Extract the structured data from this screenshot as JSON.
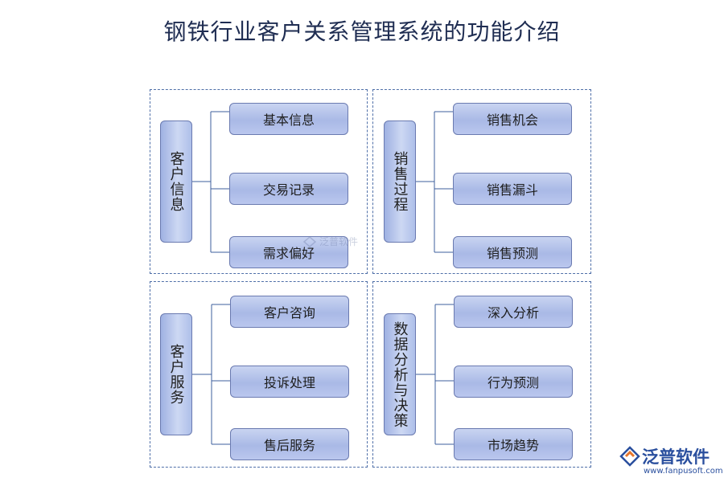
{
  "title": "钢铁行业客户关系管理系统的功能介绍",
  "diagram": {
    "groups": [
      {
        "category": "客户信息",
        "items": [
          "基本信息",
          "交易记录",
          "需求偏好"
        ]
      },
      {
        "category": "销售过程",
        "items": [
          "销售机会",
          "销售漏斗",
          "销售预测"
        ]
      },
      {
        "category": "客户服务",
        "items": [
          "客户咨询",
          "投诉处理",
          "售后服务"
        ]
      },
      {
        "category": "数据分析与决策",
        "items": [
          "深入分析",
          "行为预测",
          "市场趋势"
        ]
      }
    ]
  },
  "watermark": {
    "center_text": "泛普软件"
  },
  "logo": {
    "brand": "泛普软件",
    "url": "www.fanpusoft.com"
  },
  "colors": {
    "title": "#1f2d52",
    "box_border": "#6a7ab0",
    "box_fill": "#b3c2ea",
    "connector": "#3d5f9c",
    "panel_border": "#4f6fa8",
    "brand": "#2a4f9e",
    "logo_accent": "#e7762c"
  }
}
